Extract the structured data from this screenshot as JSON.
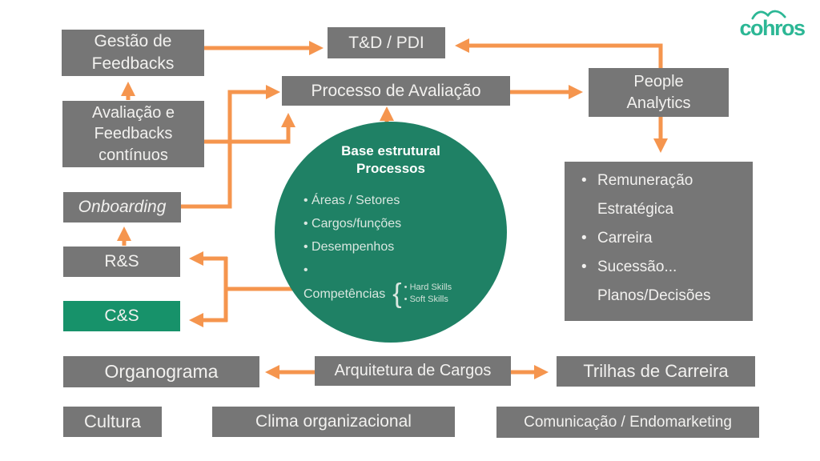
{
  "colors": {
    "gray": "#767676",
    "accent": "#f5954e",
    "green-circle": "#1f8165",
    "green-cs": "#17926a",
    "logo": "#2cb795",
    "box-text": "#f2f1ef"
  },
  "logo": {
    "text": "cohros"
  },
  "boxes": {
    "gestao_feedbacks": "Gestão de\nFeedbacks",
    "td_pdi": "T&D / PDI",
    "processo_avaliacao": "Processo de Avaliação",
    "people_analytics": "People\nAnalytics",
    "avaliacao_continuos": "Avaliação e\nFeedbacks\ncontínuos",
    "onboarding": "Onboarding",
    "rs": "R&S",
    "cs": "C&S",
    "organograma": "Organograma",
    "arquitetura_cargos": "Arquitetura de Cargos",
    "trilhas_carreira": "Trilhas de Carreira",
    "cultura": "Cultura",
    "clima_organizacional": "Clima organizacional",
    "comunicacao_endomarketing": "Comunicação / Endomarketing"
  },
  "circle": {
    "title": "Base estrutural\nProcessos",
    "items": [
      "Áreas / Setores",
      "Cargos/funções",
      "Desempenhos",
      "Competências"
    ],
    "brace": "{",
    "skills": [
      "Hard Skills",
      "Soft Skills"
    ]
  },
  "analytics_panel": {
    "items": [
      {
        "bullet": "•",
        "text": "Remuneração"
      },
      {
        "bullet": "",
        "text": "Estratégica"
      },
      {
        "bullet": "•",
        "text": "Carreira"
      },
      {
        "bullet": "•",
        "text": "Sucessão..."
      },
      {
        "bullet": "",
        "text": "Planos/Decisões"
      }
    ]
  }
}
